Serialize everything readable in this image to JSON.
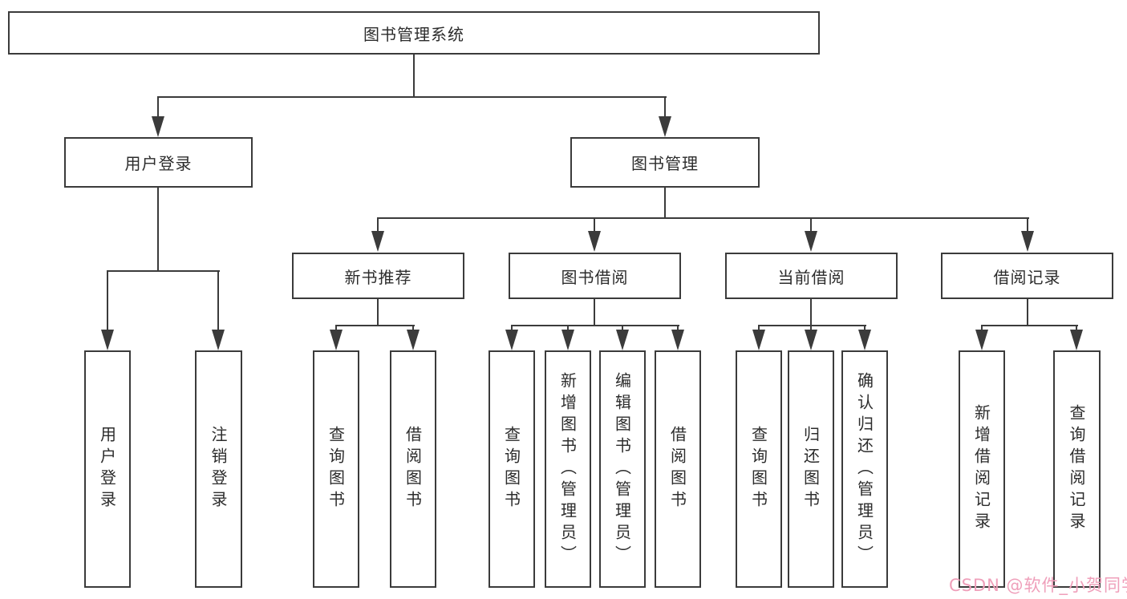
{
  "diagram_title": "图书管理系统",
  "tree": {
    "root": {
      "label": "图书管理系统"
    },
    "branches": [
      {
        "label": "用户登录",
        "children": [
          {
            "label": "用户登录"
          },
          {
            "label": "注销登录"
          }
        ]
      },
      {
        "label": "图书管理",
        "children": [
          {
            "label": "新书推荐",
            "children": [
              {
                "label": "查询图书"
              },
              {
                "label": "借阅图书"
              }
            ]
          },
          {
            "label": "图书借阅",
            "children": [
              {
                "label": "查询图书"
              },
              {
                "label": "新增图书（管理员）"
              },
              {
                "label": "编辑图书（管理员）"
              },
              {
                "label": "借阅图书"
              }
            ]
          },
          {
            "label": "当前借阅",
            "children": [
              {
                "label": "查询图书"
              },
              {
                "label": "归还图书"
              },
              {
                "label": "确认归还（管理员）"
              }
            ]
          },
          {
            "label": "借阅记录",
            "children": [
              {
                "label": "新增借阅记录"
              },
              {
                "label": "查询借阅记录"
              }
            ]
          }
        ]
      }
    ]
  },
  "watermark": {
    "text": "CSDN @软件_小贺同学",
    "color": "#ef9fba"
  },
  "colors": {
    "line": "#3b3b3b",
    "text": "#2c2c2c",
    "box_bg": "#ffffff",
    "page_bg": "#ffffff"
  }
}
